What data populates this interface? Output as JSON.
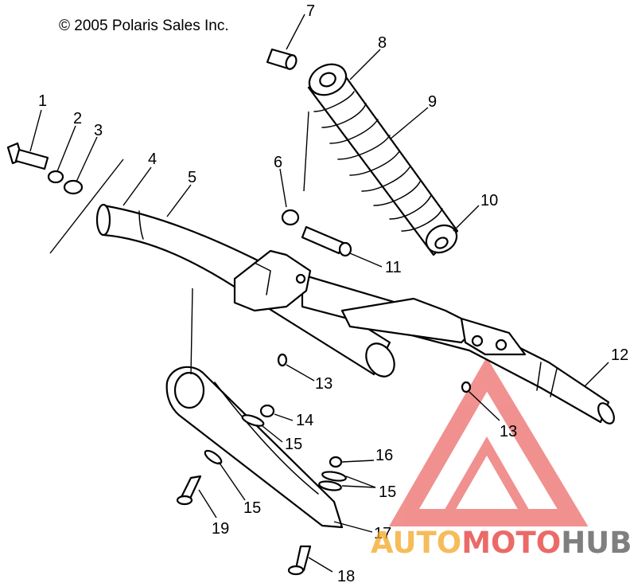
{
  "copyright": "© 2005 Polaris Sales Inc.",
  "callouts": [
    "1",
    "2",
    "3",
    "4",
    "5",
    "6",
    "7",
    "8",
    "9",
    "10",
    "11",
    "12",
    "13",
    "13",
    "14",
    "15",
    "15",
    "15",
    "16",
    "17",
    "18",
    "19"
  ],
  "watermark": {
    "part1": "AUTO",
    "part2": "MOTO",
    "part3": "HUB",
    "colors": {
      "red": "#e53935",
      "orange": "#f5a623",
      "gray": "#555555"
    }
  }
}
